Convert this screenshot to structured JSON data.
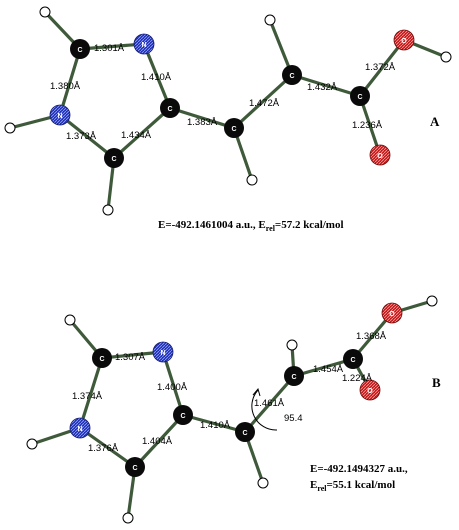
{
  "structures": [
    {
      "panel_label": "A",
      "energy_line": "E=-492.1461004 a.u., E",
      "rel_sub": "rel",
      "rel_value": "=57.2 kcal/mol",
      "atoms": {
        "C1": "C",
        "N1": "N",
        "N2": "N",
        "C2": "C",
        "C3": "C",
        "C4": "C",
        "C5": "C",
        "C6": "C",
        "O1": "O",
        "O2": "O"
      },
      "bonds": {
        "C1_N1": "1.301Å",
        "C1_N2": "1.380Å",
        "N1_C3": "1.410Å",
        "N2_C2": "1.373Å",
        "C2_C3": "1.434Å",
        "C3_C4": "1.383Å",
        "C4_C5": "1.472Å",
        "C5_C6": "1.432Å",
        "C6_O1": "1.372Å",
        "C6_O2": "1.236Å"
      }
    },
    {
      "panel_label": "B",
      "energy_line": "E=-492.1494327 a.u.,",
      "energy_rel_prefix": "E",
      "rel_sub": "rel",
      "rel_value": "=55.1 kcal/mol",
      "angle_label": "95.4",
      "atoms": {
        "C1": "C",
        "N1": "N",
        "N2": "N",
        "C2": "C",
        "C3": "C",
        "C4": "C",
        "C5": "C",
        "C6": "C",
        "O1": "O",
        "O2": "O"
      },
      "bonds": {
        "C1_N1": "1.307Å",
        "C1_N2": "1.374Å",
        "N1_C3": "1.400Å",
        "N2_C2": "1.376Å",
        "C2_C3": "1.404Å",
        "C3_C4": "1.410Å",
        "C4_C5": "1.461Å",
        "C5_C6": "1.454Å",
        "C6_O1": "1.368Å",
        "C6_O2": "1.224Å"
      }
    }
  ],
  "colors": {
    "carbon": "#0a0a0a",
    "nitrogen": "#1f2fb0",
    "oxygen": "#c01818",
    "hydrogen": "#ffffff",
    "bond": "#3f5a3a"
  }
}
